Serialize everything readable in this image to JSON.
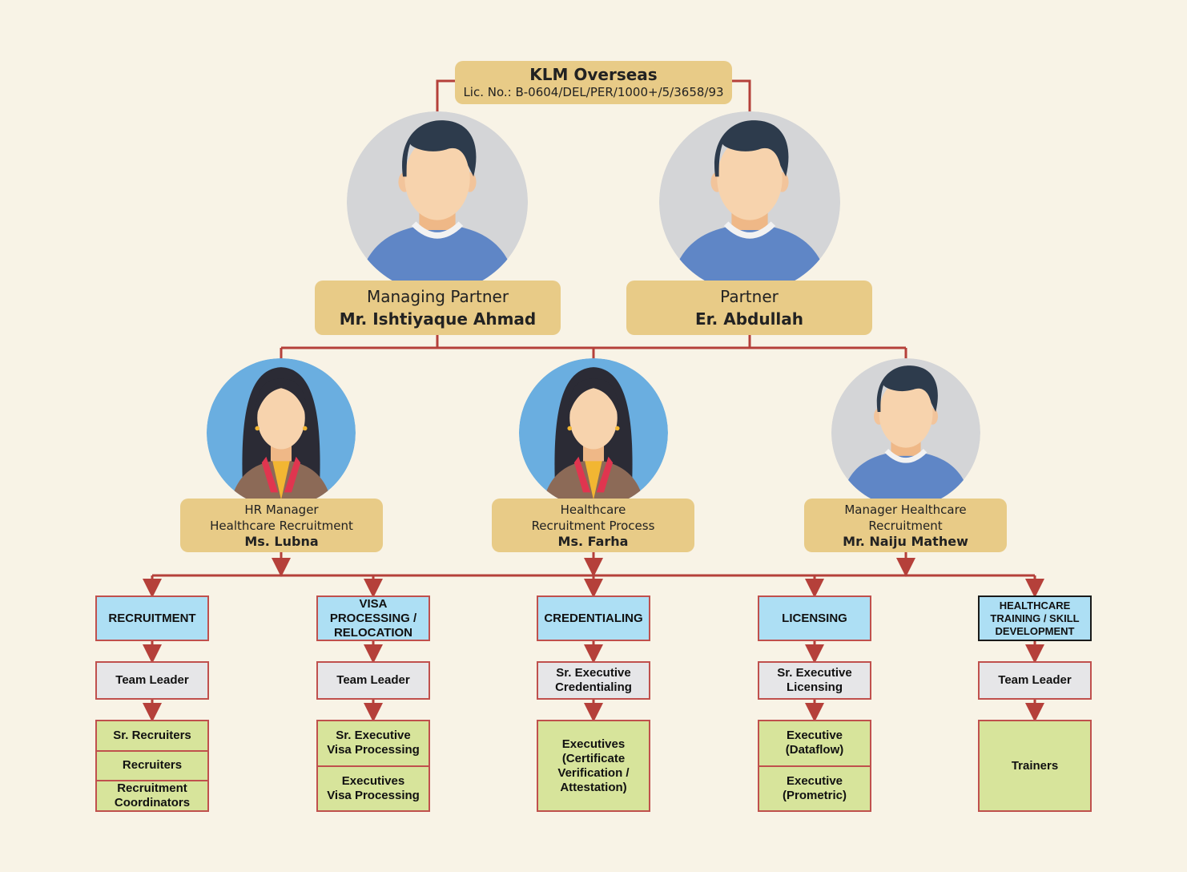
{
  "company": {
    "name": "KLM Overseas",
    "license": "Lic. No.: B-0604/DEL/PER/1000+/5/3658/93"
  },
  "partners": [
    {
      "role": "Managing Partner",
      "name": "Mr. Ishtiyaque Ahmad",
      "avatar": "male-avatar-icon"
    },
    {
      "role": "Partner",
      "name": "Er. Abdullah",
      "avatar": "male-avatar-icon"
    }
  ],
  "managers": [
    {
      "role1": "HR Manager",
      "role2": "Healthcare Recruitment",
      "name": "Ms. Lubna",
      "avatar": "female-avatar-icon"
    },
    {
      "role1": "Healthcare",
      "role2": "Recruitment Process",
      "name": "Ms. Farha",
      "avatar": "female-avatar-icon"
    },
    {
      "role1": "Manager Healthcare",
      "role2": "Recruitment",
      "name": "Mr. Naiju Mathew",
      "avatar": "male-avatar-icon"
    }
  ],
  "departments": [
    {
      "name": "RECRUITMENT",
      "lead": "Team Leader",
      "staff": [
        "Sr. Recruiters",
        "Recruiters",
        "Recruitment\nCoordinators"
      ]
    },
    {
      "name": "VISA PROCESSING / RELOCATION",
      "lead": "Team Leader",
      "staff": [
        "Sr. Executive\nVisa Processing",
        "Executives\nVisa Processing"
      ]
    },
    {
      "name": "CREDENTIALING",
      "lead": "Sr. Executive Credentialing",
      "staff": [
        "Executives\n(Certificate\nVerification /\nAttestation)"
      ]
    },
    {
      "name": "LICENSING",
      "lead": "Sr. Executive Licensing",
      "staff": [
        "Executive\n(Dataflow)",
        "Executive\n(Prometric)"
      ]
    },
    {
      "name": "HEALTHCARE TRAINING / SKILL DEVELOPMENT",
      "lead": "Team Leader",
      "staff": [
        "Trainers"
      ]
    }
  ],
  "colors": {
    "background": "#f8f3e6",
    "tan": "#e8cb87",
    "connector": "#b5403a",
    "dept": "#addff4",
    "lead": "#e6e6e8",
    "staff": "#d7e49b"
  }
}
